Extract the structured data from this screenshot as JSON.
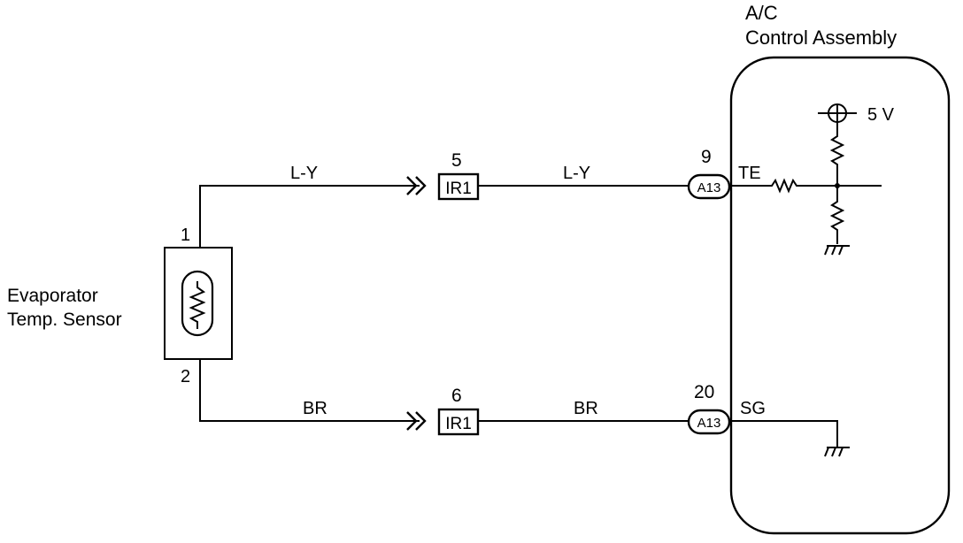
{
  "assembly": {
    "title_line1": "A/C",
    "title_line2": "Control Assembly"
  },
  "sensor": {
    "label_line1": "Evaporator",
    "label_line2": "Temp. Sensor",
    "pin_top": "1",
    "pin_bottom": "2"
  },
  "wires": {
    "top_left_color": "L-Y",
    "top_right_color": "L-Y",
    "bottom_left_color": "BR",
    "bottom_right_color": "BR"
  },
  "connectors": {
    "top_ir_pin": "5",
    "top_ir_name": "IR1",
    "bottom_ir_pin": "6",
    "bottom_ir_name": "IR1",
    "top_a_pin": "9",
    "top_a_name": "A13",
    "bottom_a_pin": "20",
    "bottom_a_name": "A13"
  },
  "terminals": {
    "te": "TE",
    "sg": "SG"
  },
  "supply": {
    "voltage": "5 V"
  }
}
